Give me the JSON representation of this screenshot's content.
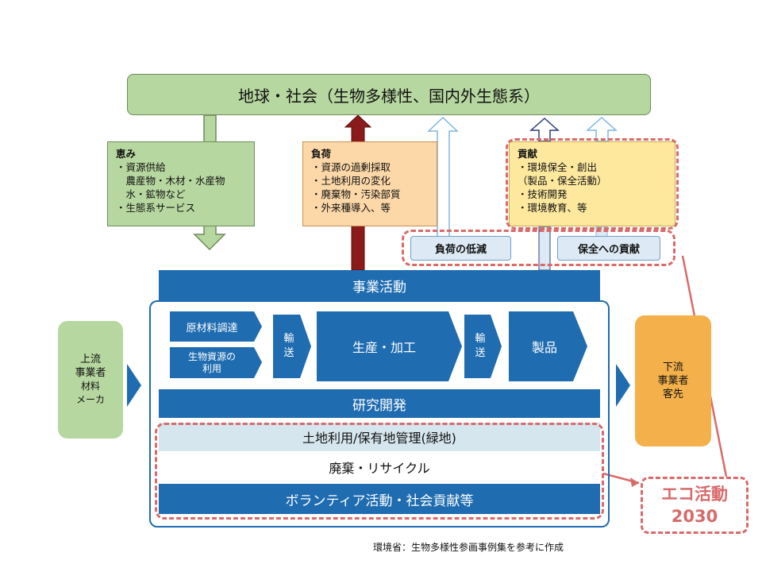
{
  "earth_title": "地球・社会（生物多様性、国内外生態系）",
  "blessings": {
    "heading": "恵み",
    "lines": [
      "・資源供給",
      "　農産物・木材・水産物",
      "　水・鉱物など",
      "・生態系サービス"
    ]
  },
  "burden": {
    "heading": "負荷",
    "lines": [
      "・資源の過剰採取",
      "・土地利用の変化",
      "・廃棄物・汚染部質",
      "・外来種導入、等"
    ]
  },
  "contribution": {
    "heading": "貢献",
    "lines": [
      "・環境保全・創出",
      "（製品・保全活動）",
      "・技術開発",
      "・環境教育、等"
    ]
  },
  "reduce_burden": "負荷の低減",
  "conservation_contribution": "保全への貢献",
  "business_activity": "事業活動",
  "chain": {
    "raw_material": "原材料調達",
    "bio_resource_1": "生物資源の",
    "bio_resource_2": "利用",
    "transport_a_1": "輸",
    "transport_a_2": "送",
    "production": "生産・加工",
    "transport_b_1": "輸",
    "transport_b_2": "送",
    "product": "製品"
  },
  "rnd": "研究開発",
  "land_use": "土地利用/保有地管理(緑地)",
  "recycle": "廃棄・リサイクル",
  "volunteer": "ボランティア活動・社会貢献等",
  "upstream": [
    "上流",
    "事業者",
    "材料",
    "メーカ"
  ],
  "downstream": [
    "下流",
    "事業者",
    "客先"
  ],
  "eco_line1": "エコ活動",
  "eco_line2": "2030",
  "source_note": "環境省：生物多様性参画事例集を参考に作成",
  "colors": {
    "blue": "#1f6cb0",
    "green": "#b7d7a0",
    "orange": "#fcd7a8",
    "yellow": "#fde89e",
    "dark_red": "#8b1a1a",
    "dash_red": "#d86a6a",
    "downstream": "#f4b04a"
  }
}
